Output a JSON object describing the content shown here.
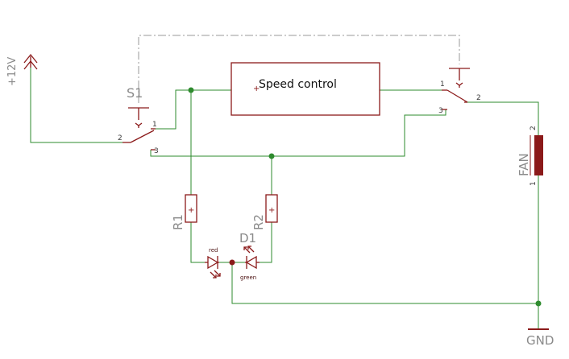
{
  "colors": {
    "wire": "#2e8b2e",
    "part": "#8b1a1a",
    "label": "#8a8a8a",
    "junction": "#2e8b2e",
    "dash": "#9a9a9a"
  },
  "labels": {
    "supply": "+12V",
    "ground": "GND",
    "switch": "S1",
    "fan": "FAN",
    "r1": "R1",
    "r2": "R2",
    "d1": "D1",
    "red": "red",
    "green": "green",
    "speed_control": "Speed control"
  },
  "pins": {
    "s1_1": "1",
    "s1_2": "2",
    "s1_3": "3",
    "s2_1": "1",
    "s2_2": "2",
    "s2_3": "3",
    "fan_1": "1",
    "fan_2": "2"
  },
  "icons": {
    "supply_symbol": "supply-arrow-icon",
    "ground_symbol": "ground-icon"
  }
}
